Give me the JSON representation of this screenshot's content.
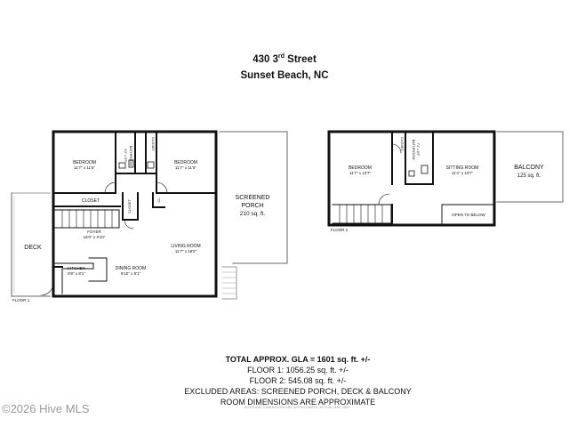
{
  "header": {
    "address_num": "430 3",
    "address_sup": "rd",
    "address_street": " Street",
    "city": "Sunset Beach, NC"
  },
  "floor1": {
    "label": "FLOOR 1",
    "rooms": [
      {
        "key": "bed1",
        "name": "BEDROOM",
        "dims": "11'7\" x 11'5\""
      },
      {
        "key": "bath1",
        "name": "BATHROOM",
        "dims": "8'2\" x 5'9\""
      },
      {
        "key": "closet_a",
        "name": "CLOSET",
        "dims": ""
      },
      {
        "key": "bed2",
        "name": "BEDROOM",
        "dims": "11'7\" x 11'5\""
      },
      {
        "key": "closet_b",
        "name": "CLOSET",
        "dims": ""
      },
      {
        "key": "closet_c",
        "name": "CLOSET",
        "dims": ""
      },
      {
        "key": "cl",
        "name": "CL",
        "dims": ""
      },
      {
        "key": "porch",
        "name": "SCREENED\nPORCH",
        "dims": "210 sq. ft."
      },
      {
        "key": "deck",
        "name": "DECK",
        "dims": ""
      },
      {
        "key": "foyer",
        "name": "FOYER",
        "dims": "16'0\" x 3'10\""
      },
      {
        "key": "living",
        "name": "LIVING ROOM",
        "dims": "11'7\" x 19'2\""
      },
      {
        "key": "kitchen",
        "name": "KITCHEN",
        "dims": "9'8\" x 8'1\""
      },
      {
        "key": "dining",
        "name": "DINING ROOM",
        "dims": "9'10\" x 8'1\""
      }
    ]
  },
  "floor2": {
    "label": "FLOOR 2",
    "rooms": [
      {
        "key": "bed3",
        "name": "BEDROOM",
        "dims": "11'7\" x 13'7\""
      },
      {
        "key": "closet_d",
        "name": "CLOSET",
        "dims": ""
      },
      {
        "key": "bath2",
        "name": "BATHROOM",
        "dims": "7'1\" x 6'9\""
      },
      {
        "key": "sitting",
        "name": "SITTING ROOM",
        "dims": "11'4\" x 13'7\""
      },
      {
        "key": "balcony",
        "name": "BALCONY",
        "dims": "125 sq. ft."
      },
      {
        "key": "open",
        "name": "OPEN TO BELOW",
        "dims": ""
      }
    ]
  },
  "summary": {
    "total": "TOTAL APPROX. GLA = 1601 sq. ft. +/-",
    "floor1": "FLOOR 1: 1056.25 sq. ft. +/-",
    "floor2": "FLOOR 2: 545.08 sq. ft. +/-",
    "excluded": "EXCLUDED AREAS: SCREENED PORCH, DECK & BALCONY",
    "approx": "ROOM DIMENSIONS ARE APPROXIMATE",
    "fine_print": "SIZES AND DIMENSIONS ARE APPROXIMATE, ACTUAL MAY VARY."
  },
  "watermark": "©2026 Hive MLS",
  "colors": {
    "wall": "#111111",
    "outline": "#9a9a9a",
    "watermark": "#9a9a9a"
  }
}
